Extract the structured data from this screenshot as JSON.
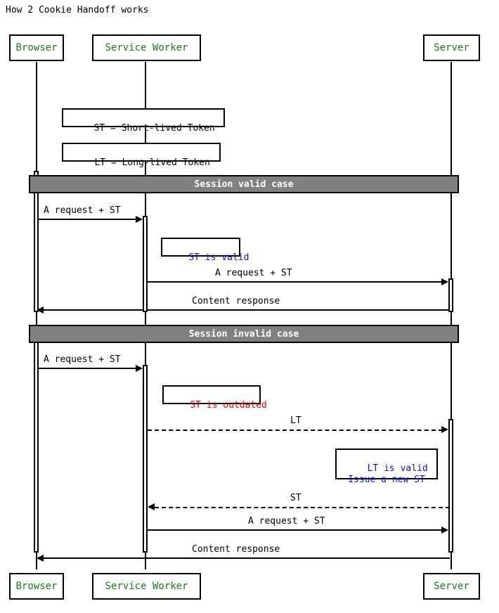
{
  "diagram": {
    "type": "sequence-diagram",
    "title": "How 2 Cookie Handoff works",
    "colors": {
      "participant_text": "#1a7a1a",
      "note_info": "#1111dd",
      "note_error": "#ee0000",
      "section_bar_fill": "#808080",
      "section_bar_text": "#ffffff",
      "line": "#000000",
      "background": "#ffffff"
    }
  },
  "participants": [
    {
      "id": "browser",
      "label": "Browser"
    },
    {
      "id": "service_worker",
      "label": "Service Worker"
    },
    {
      "id": "server",
      "label": "Server"
    }
  ],
  "participants_bottom": [
    {
      "id": "browser",
      "label": "Browser"
    },
    {
      "id": "service_worker",
      "label": "Service Worker"
    },
    {
      "id": "server",
      "label": "Server"
    }
  ],
  "legend_notes": [
    {
      "id": "note-st",
      "text": "ST = Short-lived Token",
      "color": "black"
    },
    {
      "id": "note-lt",
      "text": "LT = Long-lived Token",
      "color": "black"
    }
  ],
  "sections": [
    {
      "id": "section-valid",
      "label": "Session valid case"
    },
    {
      "id": "section-invalid",
      "label": "Session invalid case"
    }
  ],
  "notes": {
    "st_is_valid": "ST is valid",
    "st_is_outdated": "ST is outdated",
    "lt_is_valid": "LT is valid\nIssue a new ST"
  },
  "messages": [
    {
      "id": "m1",
      "label": "A request + ST",
      "from": "browser",
      "to": "service_worker",
      "style": "solid",
      "direction": "right",
      "section": "valid"
    },
    {
      "id": "m2",
      "label": "A request + ST",
      "from": "service_worker",
      "to": "server",
      "style": "solid",
      "direction": "right",
      "section": "valid"
    },
    {
      "id": "m3",
      "label": "Content response",
      "from": "server",
      "to": "browser",
      "style": "solid",
      "direction": "left",
      "section": "valid"
    },
    {
      "id": "m4",
      "label": "A request + ST",
      "from": "browser",
      "to": "service_worker",
      "style": "solid",
      "direction": "right",
      "section": "invalid"
    },
    {
      "id": "m5",
      "label": "LT",
      "from": "service_worker",
      "to": "server",
      "style": "dashed",
      "direction": "right",
      "section": "invalid"
    },
    {
      "id": "m6",
      "label": "ST",
      "from": "server",
      "to": "service_worker",
      "style": "dashed",
      "direction": "left",
      "section": "invalid"
    },
    {
      "id": "m7",
      "label": "A request + ST",
      "from": "service_worker",
      "to": "server",
      "style": "solid",
      "direction": "right",
      "section": "invalid"
    },
    {
      "id": "m8",
      "label": "Content response",
      "from": "server",
      "to": "browser",
      "style": "solid",
      "direction": "left",
      "section": "invalid"
    }
  ]
}
